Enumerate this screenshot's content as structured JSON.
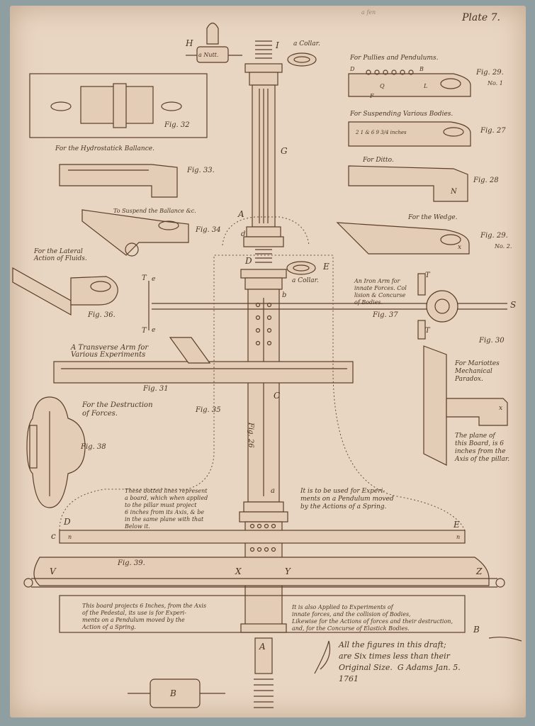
{
  "plate_title": "Plate 7.",
  "top_pencil": "a fen",
  "letters": {
    "H": "H",
    "I": "I",
    "G": "G",
    "A": "A",
    "d": "d",
    "D": "D",
    "E": "E",
    "b": "b",
    "C": "C",
    "a": "a",
    "T1": "T",
    "T2": "T",
    "e1": "e",
    "e2": "e",
    "S": "S",
    "T3": "T",
    "T4": "T",
    "N": "N",
    "x1": "x",
    "x2": "x",
    "D2": "D",
    "E2": "E",
    "c": "c",
    "n1": "n",
    "n2": "n",
    "V": "V",
    "X": "X",
    "Y": "Y",
    "Z": "Z",
    "A2": "A",
    "B": "B",
    "B2": "B",
    "Q": "Q",
    "L": "L",
    "F": "F",
    "D3": "D",
    "B3": "B"
  },
  "labels": {
    "nutt": "a Nutt.",
    "collar_top": "a Collar.",
    "collar_mid": "a Collar.",
    "pullies": "For Pullies and Pendulums.",
    "suspending": "For Suspending Various Bodies.",
    "ditto": "For Ditto.",
    "wedge": "For the Wedge.",
    "hydrostatick": "For the Hydrostatick Ballance.",
    "suspend_ballance": "To Suspend the Ballance &c.",
    "lateral": "For the Lateral\nAction of Fluids.",
    "transverse": "A Transverse Arm for\nVarious Experiments",
    "iron_arm": "An Iron Arm for\ninnate Forces. Col\nlision & Concurse\nof Bodies.",
    "destruction": "For the Destruction\nof Forces.",
    "mariottes": "For Mariottes\nMechanical\nParadox.",
    "plane_board": "The plane of\nthis Board, is 6\ninches from the\nAxis of the pillar.",
    "suspend_marks": "2 1 & 6  9 3/4 inches"
  },
  "figures": {
    "fig32": "Fig. 32",
    "fig33": "Fig. 33.",
    "fig34": "Fig. 34",
    "fig36": "Fig. 36.",
    "fig31": "Fig. 31",
    "fig35": "Fig. 35",
    "fig38": "Fig. 38",
    "fig26": "Fig. 26",
    "fig39": "Fig. 39.",
    "fig29a": "Fig. 29.",
    "fig29a_no": "No. 1",
    "fig27": "Fig. 27",
    "fig28": "Fig. 28",
    "fig29b": "Fig. 29.",
    "fig29b_no": "No. 2.",
    "fig37": "Fig. 37",
    "fig30": "Fig. 30"
  },
  "notes": {
    "dotted_lines": "These dotted lines represent\na board, which when applied\nto the pillar must project\n6 inches from its Axis, & be\nin the same plane with that\nBelow it.",
    "pendulum": "It is to be used for Experi-\nments on a Pendulum moved\nby the Actions of a Spring.",
    "board_projects": "This board projects 6 Inches, from the Axis\nof the Pedestal, its use is for Experi-\nments on a Pendulum moved by the\nAction of a Spring.",
    "applied": "It is also Applied to Experiments of\ninnate forces, and the collision of Bodies,\nLikewise for the Actions of forces and their destruction,\nand, for the Concurse of Elastick Bodies.",
    "signature": "All the figures in this draft;\nare Six times less than their\nOriginal Size.  G Adams Jan. 5.\n1761"
  }
}
